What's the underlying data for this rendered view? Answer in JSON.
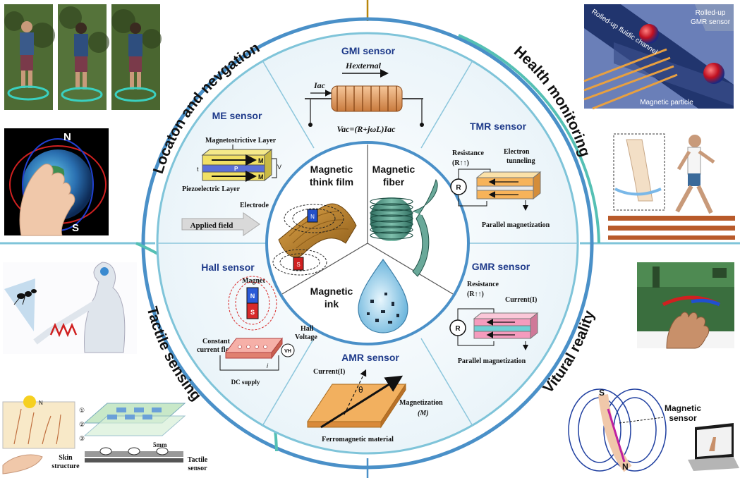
{
  "applications": {
    "location": "Locaton and nevgation",
    "health": "Health monitoring",
    "tactile": "Tactile sensing",
    "vr": "Vitural reality"
  },
  "materials": {
    "film_line1": "Magnetic",
    "film_line2": "think film",
    "fiber_line1": "Magnetic",
    "fiber_line2": "fiber",
    "ink_line1": "Magnetic",
    "ink_line2": "ink"
  },
  "sensors": {
    "gmi": {
      "title": "GMI sensor",
      "field": "Hexternal",
      "current": "Iac",
      "equation": "Vac=(R+jωL)Iac"
    },
    "me": {
      "title": "ME sensor",
      "layer_top": "Magnetostrictive Layer",
      "layer_bottom": "Piezoelectric Layer",
      "electrode": "Electrode",
      "applied": "Applied field",
      "m_top": "M",
      "m_bottom": "M",
      "p": "P",
      "t_label": "t",
      "v_label": "V"
    },
    "tmr": {
      "title": "TMR sensor",
      "resistance": "Resistance",
      "r_sym": "(R↑↑)",
      "electron": "Electron",
      "tunneling": "tunneling",
      "r_node": "R",
      "parallel": "Parallel magnetization"
    },
    "hall": {
      "title": "Hall sensor",
      "magnet": "Magnet",
      "n": "N",
      "s": "S",
      "hall": "Hall",
      "voltage": "Voltage",
      "constant": "Constant",
      "current_flow": "current flow",
      "vh": "VH",
      "dc": "DC supply",
      "i": "i"
    },
    "gmr": {
      "title": "GMR sensor",
      "resistance": "Resistance",
      "r_sym": "(R↑↑)",
      "current": "Current(I)",
      "r_node": "R",
      "parallel": "Parallel magnetization"
    },
    "amr": {
      "title": "AMR sensor",
      "current": "Current(I)",
      "theta": "θ",
      "magnetization": "Magnetization",
      "m_sym": "(M)",
      "material": "Ferromagnetic material"
    }
  },
  "panels": {
    "gmr_rolled_1": "Rolled-up",
    "gmr_rolled_2": "GMR sensor",
    "fluidic": "Rolled-up fluidic channel",
    "particle": "Magnetic particle",
    "globe_n": "N",
    "globe_s": "S",
    "skin_line1": "Skin",
    "skin_line2": "structure",
    "tactile_line1": "Tactile",
    "tactile_line2": "sensor",
    "scale": "5mm",
    "num1": "①",
    "num2": "②",
    "num3": "③",
    "vr_s": "S",
    "vr_n": "N",
    "mag_sensor_1": "Magnetic",
    "mag_sensor_2": "sensor"
  },
  "colors": {
    "ring_outer": "#4a90c8",
    "ring_inner": "#7fc4d9",
    "teal_arc": "#55c0b4",
    "title_blue": "#1e3a8a",
    "gold": "#b8860b"
  }
}
